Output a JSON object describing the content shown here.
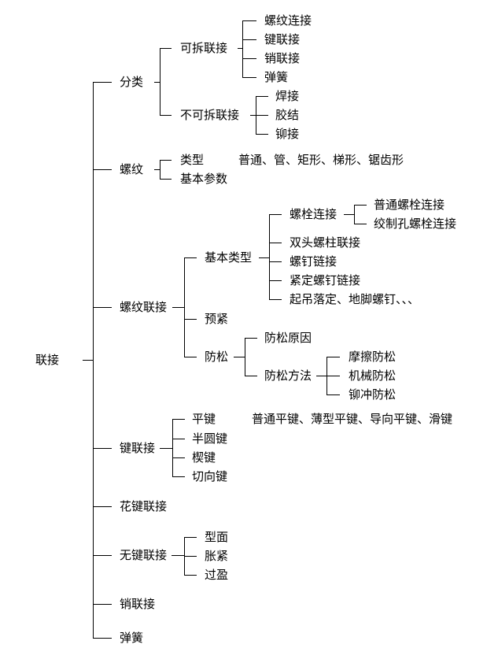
{
  "tree": {
    "text": "联接",
    "children": [
      {
        "text": "分类",
        "children": [
          {
            "text": "可拆联接",
            "children": [
              {
                "text": "螺纹连接"
              },
              {
                "text": "键联接"
              },
              {
                "text": "销联接"
              },
              {
                "text": "弹簧"
              }
            ]
          },
          {
            "text": "不可拆联接",
            "children": [
              {
                "text": "焊接"
              },
              {
                "text": "胶结"
              },
              {
                "text": "铆接"
              }
            ]
          }
        ]
      },
      {
        "text": "螺纹",
        "children": [
          {
            "text": "类型",
            "children": [
              {
                "text": "普通、管、矩形、梯形、锯齿形"
              }
            ]
          },
          {
            "text": "基本参数"
          }
        ]
      },
      {
        "text": "螺纹联接",
        "children": [
          {
            "text": "基本类型",
            "children": [
              {
                "text": "螺栓连接",
                "children": [
                  {
                    "text": "普通螺栓连接"
                  },
                  {
                    "text": "绞制孔螺栓连接"
                  }
                ]
              },
              {
                "text": "双头螺柱联接"
              },
              {
                "text": "螺钉链接"
              },
              {
                "text": "紧定螺钉链接"
              },
              {
                "text": "起吊落定、地脚螺钉、、、"
              }
            ]
          },
          {
            "text": "预紧"
          },
          {
            "text": "防松",
            "children": [
              {
                "text": "防松原因"
              },
              {
                "text": "防松方法",
                "children": [
                  {
                    "text": "摩擦防松"
                  },
                  {
                    "text": "机械防松"
                  },
                  {
                    "text": "铆冲防松"
                  }
                ]
              }
            ]
          }
        ]
      },
      {
        "text": "键联接",
        "children": [
          {
            "text": "平键",
            "children": [
              {
                "text": "普通平键、薄型平键、导向平键、滑键"
              }
            ]
          },
          {
            "text": "半圆键"
          },
          {
            "text": "楔键"
          },
          {
            "text": "切向键"
          }
        ]
      },
      {
        "text": "花键联接"
      },
      {
        "text": "无键联接",
        "children": [
          {
            "text": "型面"
          },
          {
            "text": "胀紧"
          },
          {
            "text": "过盈"
          }
        ]
      },
      {
        "text": "销联接"
      },
      {
        "text": "弹簧"
      }
    ]
  }
}
